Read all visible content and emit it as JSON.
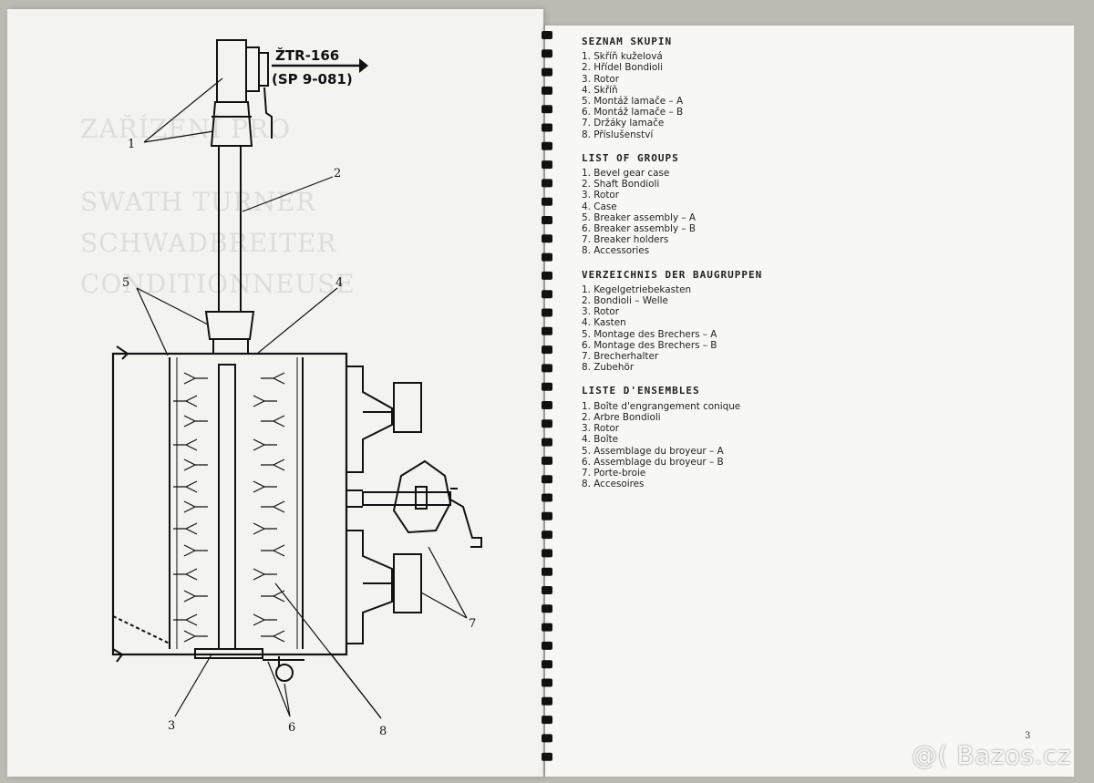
{
  "diagram": {
    "ztr_code": "ŽTR-166",
    "sp_code": "(SP 9-081)",
    "callouts": [
      "1",
      "2",
      "3",
      "4",
      "5",
      "6",
      "7",
      "8"
    ]
  },
  "groups": [
    {
      "title": "SEZNAM SKUPIN",
      "items": [
        "1. Skříň kuželová",
        "2. Hřídel Bondioli",
        "3. Rotor",
        "4. Skříň",
        "5. Montáž lamače – A",
        "6. Montáž lamače – B",
        "7. Držáky lamače",
        "8. Příslušenství"
      ]
    },
    {
      "title": "LIST OF GROUPS",
      "items": [
        "1. Bevel gear case",
        "2. Shaft Bondioli",
        "3. Rotor",
        "4. Case",
        "5. Breaker assembly – A",
        "6. Breaker assembly – B",
        "7. Breaker holders",
        "8. Accessories"
      ]
    },
    {
      "title": "VERZEICHNIS DER BAUGRUPPEN",
      "items": [
        "1. Kegelgetriebekasten",
        "2. Bondioli – Welle",
        "3. Rotor",
        "4. Kasten",
        "5. Montage des Brechers – A",
        "6. Montage des Brechers – B",
        "7. Brecherhalter",
        "8. Zubehör"
      ]
    },
    {
      "title": "LISTE D'ENSEMBLES",
      "items": [
        "1. Boîte d'engrangement conique",
        "2. Arbre Bondioli",
        "3. Rotor",
        "4. Boîte",
        "5. Assemblage du broyeur – A",
        "6. Assemblage du broyeur – B",
        "7. Porte-broie",
        "8. Accesoires"
      ]
    }
  ],
  "page_number": "3",
  "watermark": "@( Bazos.cz"
}
